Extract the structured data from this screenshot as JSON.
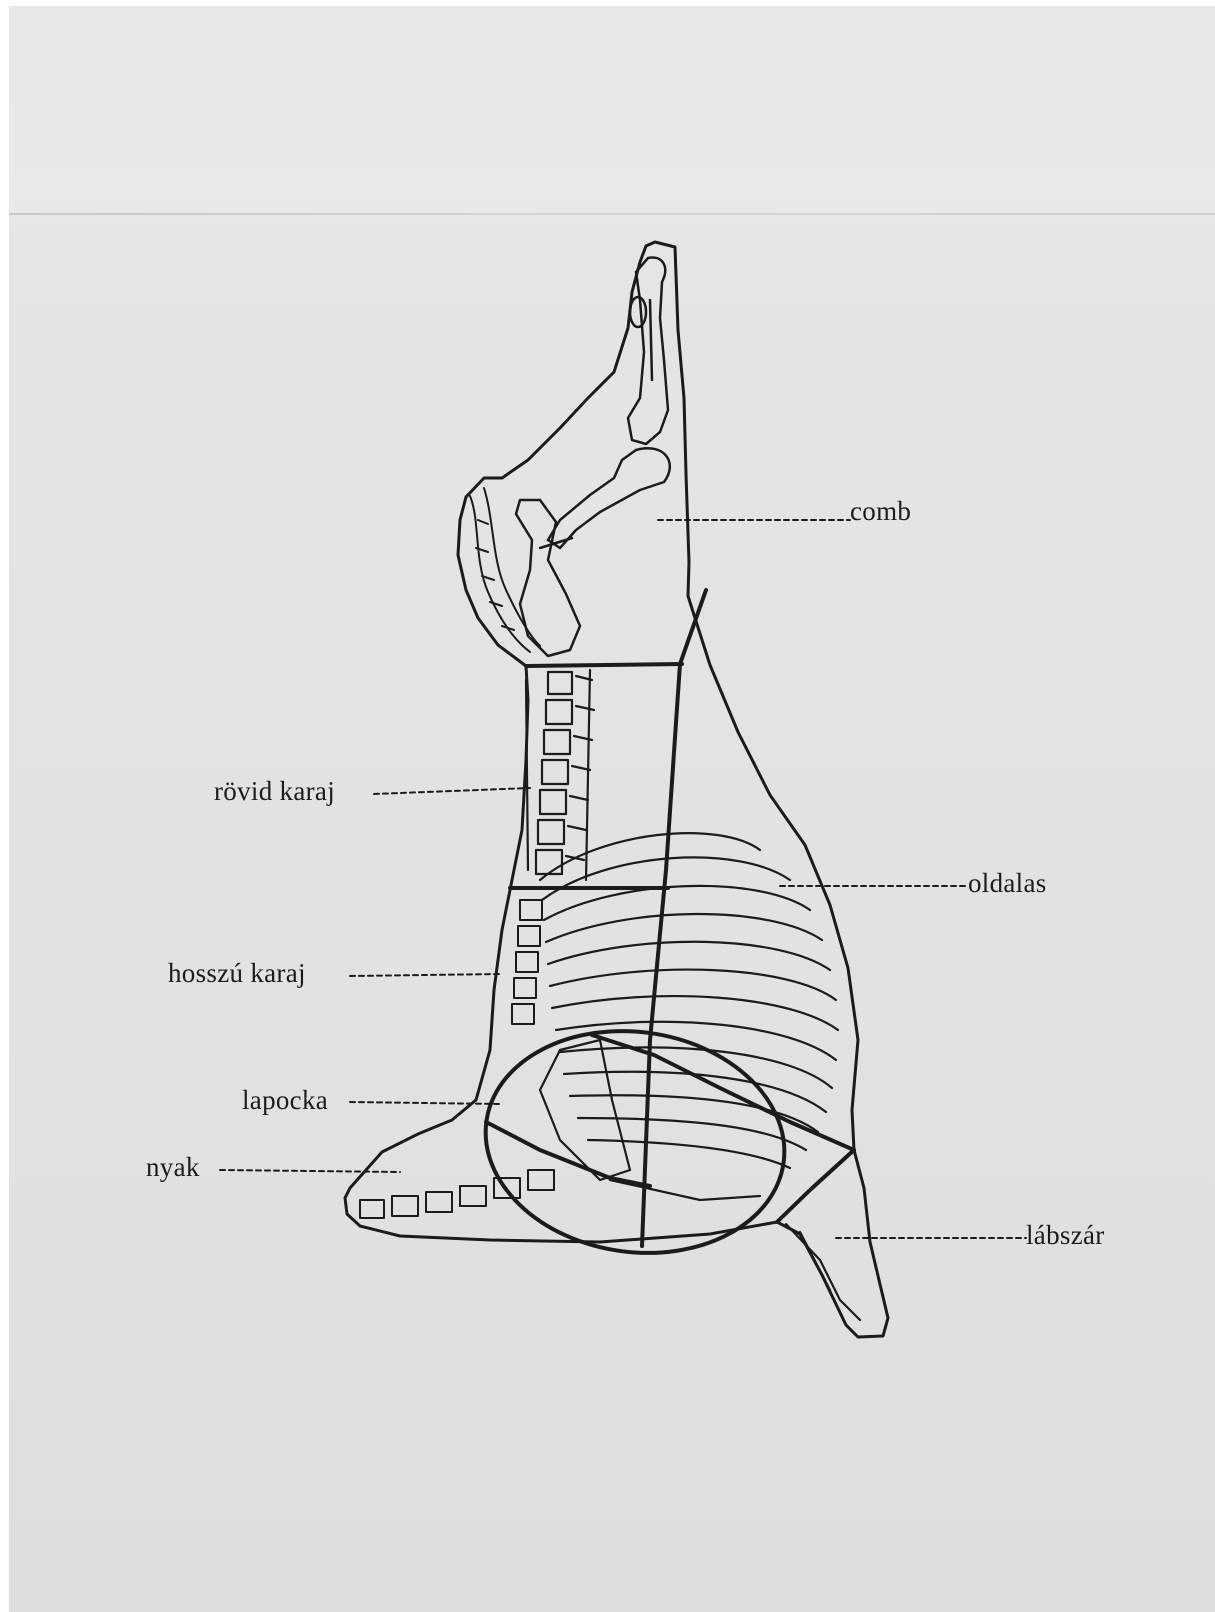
{
  "diagram": {
    "labels": {
      "comb": "comb",
      "rovid_karaj": "rövid karaj",
      "oldalas": "oldalas",
      "hosszu_karaj": "hosszú karaj",
      "lapocka": "lapocka",
      "nyak": "nyak",
      "labszar": "lábszár"
    },
    "colors": {
      "paper": "#e3e3e2",
      "ink": "#1b1b1b"
    }
  }
}
